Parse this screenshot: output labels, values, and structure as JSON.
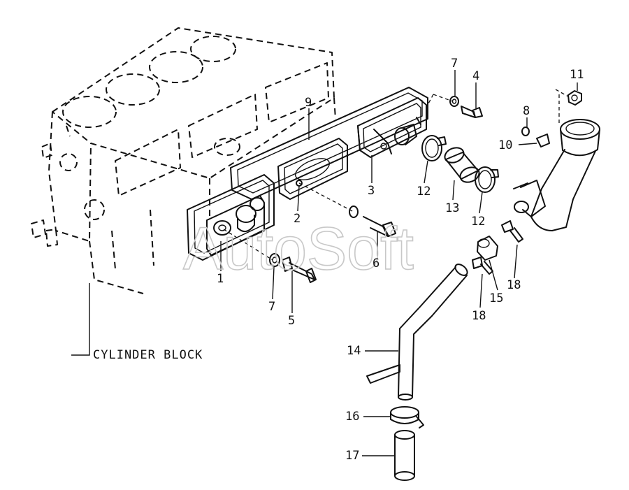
{
  "watermark": "AutoSoft",
  "block_label": "CYLINDER BLOCK",
  "callouts": [
    {
      "id": "c1",
      "text": "1"
    },
    {
      "id": "c2",
      "text": "2"
    },
    {
      "id": "c3",
      "text": "3"
    },
    {
      "id": "c4",
      "text": "4"
    },
    {
      "id": "c5",
      "text": "5"
    },
    {
      "id": "c6",
      "text": "6"
    },
    {
      "id": "c7a",
      "text": "7"
    },
    {
      "id": "c7b",
      "text": "7"
    },
    {
      "id": "c8",
      "text": "8"
    },
    {
      "id": "c9",
      "text": "9"
    },
    {
      "id": "c10",
      "text": "10"
    },
    {
      "id": "c11",
      "text": "11"
    },
    {
      "id": "c12a",
      "text": "12"
    },
    {
      "id": "c12b",
      "text": "12"
    },
    {
      "id": "c13",
      "text": "13"
    },
    {
      "id": "c14",
      "text": "14"
    },
    {
      "id": "c15",
      "text": "15"
    },
    {
      "id": "c16",
      "text": "16"
    },
    {
      "id": "c17",
      "text": "17"
    },
    {
      "id": "c18a",
      "text": "18"
    },
    {
      "id": "c18b",
      "text": "18"
    }
  ]
}
